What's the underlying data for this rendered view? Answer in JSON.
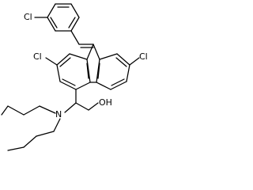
{
  "structure": {
    "labels": {
      "cl_top": "Cl",
      "cl_left": "Cl",
      "cl_right": "Cl",
      "nitrogen": "N",
      "hydroxyl": "OH"
    }
  }
}
